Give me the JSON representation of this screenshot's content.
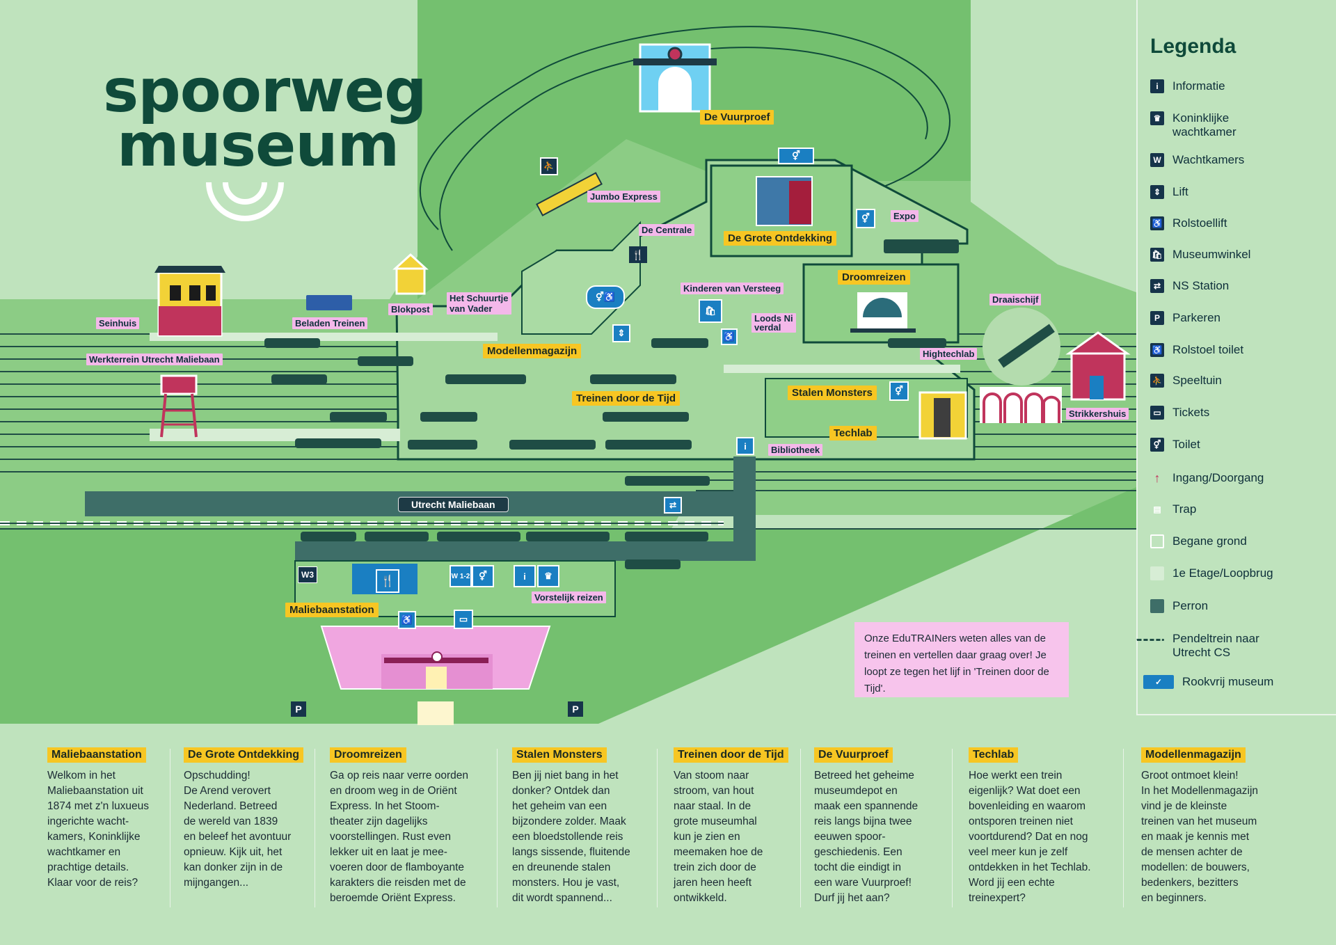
{
  "title": {
    "line1": "spoorweg",
    "line2": "museum"
  },
  "colors": {
    "background": "#bfe3bd",
    "grass_dark": "#74c06f",
    "grass_mid": "#8ccc85",
    "platform": "#3e6e68",
    "label_yellow": "#f7c623",
    "label_pink": "#f4b8ea",
    "info_blue": "#1a7fc2",
    "title_green": "#0f4a3a"
  },
  "map_labels": {
    "de_vuurproef": "De Vuurproef",
    "jumbo_express": "Jumbo Express",
    "de_centrale": "De Centrale",
    "de_grote_ontdekking": "De Grote Ontdekking",
    "expo": "Expo",
    "droomreizen": "Droomreizen",
    "kinderen_van_versteeg": "Kinderen van Versteeg",
    "loods_nieuwe_verdal_1": "Loods Ni",
    "loods_nieuwe_verdal_2": "verdal",
    "draaischijf": "Draaischijf",
    "hightechlab": "Hightechlab",
    "seinhuis": "Seinhuis",
    "beladen_treinen": "Beladen Treinen",
    "blokpost": "Blokpost",
    "het_schuurtje_1": "Het Schuurtje",
    "het_schuurtje_2": "van Vader",
    "modellenmagazijn": "Modellenmagazijn",
    "werkterrein": "Werkterrein Utrecht Maliebaan",
    "treinen_door_de_tijd": "Treinen door de Tijd",
    "stalen_monsters": "Stalen Monsters",
    "techlab": "Techlab",
    "bibliotheek": "Bibliotheek",
    "strikkershuis": "Strikkershuis",
    "utrecht_maliebaan": "Utrecht Maliebaan",
    "maliebaanstation": "Maliebaanstation",
    "vorstelijk_reizen": "Vorstelijk reizen",
    "w3": "W3",
    "w12": "W 1-2"
  },
  "legend": {
    "title": "Legenda",
    "items": [
      {
        "icon": "info-icon",
        "glyph": "i",
        "label": "Informatie"
      },
      {
        "icon": "royal-waiting-room-icon",
        "glyph": "♛",
        "label": "Koninklijke wachtkamer"
      },
      {
        "icon": "waiting-room-icon",
        "glyph": "W",
        "label": "Wachtkamers"
      },
      {
        "icon": "lift-icon",
        "glyph": "⇕",
        "label": "Lift"
      },
      {
        "icon": "wheelchair-lift-icon",
        "glyph": "♿",
        "label": "Rolstoellift"
      },
      {
        "icon": "museum-shop-icon",
        "glyph": "🛍",
        "label": "Museumwinkel"
      },
      {
        "icon": "ns-station-icon",
        "glyph": "⇄",
        "label": "NS Station"
      },
      {
        "icon": "parking-icon",
        "glyph": "P",
        "label": "Parkeren"
      },
      {
        "icon": "wheelchair-toilet-icon",
        "glyph": "♿",
        "label": "Rolstoel toilet"
      },
      {
        "icon": "playground-icon",
        "glyph": "⛹",
        "label": "Speeltuin"
      },
      {
        "icon": "tickets-icon",
        "glyph": "▭",
        "label": "Tickets"
      },
      {
        "icon": "toilet-icon",
        "glyph": "⚥",
        "label": "Toilet"
      },
      {
        "icon": "entrance-arrow-icon",
        "glyph": "↑",
        "label": "Ingang/Doorgang"
      },
      {
        "icon": "stairs-icon",
        "glyph": "▤",
        "label": "Trap"
      },
      {
        "icon": "ground-floor-swatch",
        "glyph": "",
        "label": "Begane grond"
      },
      {
        "icon": "first-floor-swatch",
        "glyph": "",
        "label": "1e Etage/Loopbrug"
      },
      {
        "icon": "platform-swatch",
        "glyph": "",
        "label": "Perron"
      },
      {
        "icon": "shuttle-train-line",
        "glyph": "",
        "label": "Pendeltrein naar Utrecht CS"
      },
      {
        "icon": "smoke-free-icon",
        "glyph": "✓",
        "label": "Rookvrij museum"
      }
    ]
  },
  "edutrainers_note": "Onze EduTRAINers weten alles van de treinen en vertellen daar graag over! Je loopt ze tegen het lijf in 'Treinen door de Tijd'.",
  "descriptions": [
    {
      "heading": "Maliebaanstation",
      "body": "Welkom in het\nMaliebaanstation uit\n1874 met z'n luxueus\ningerichte wacht-\nkamers, Koninklijke\nwachtkamer en\nprachtige details.\nKlaar voor de reis?"
    },
    {
      "heading": "De Grote Ontdekking",
      "body": "Opschudding!\nDe Arend verovert\nNederland. Betreed\nde wereld van 1839\nen beleef het avontuur\nopnieuw. Kijk uit, het\nkan donker zijn in de\nmijngangen..."
    },
    {
      "heading": "Droomreizen",
      "body": "Ga op reis naar verre oorden\nen droom weg in de Oriënt\nExpress. In het Stoom-\ntheater zijn dagelijks\nvoorstellingen. Rust even\nlekker uit en laat je mee-\nvoeren door de flamboyante\nkarakters die reisden met de\nberoemde Oriënt Express."
    },
    {
      "heading": "Stalen Monsters",
      "body": "Ben jij niet bang in het\ndonker? Ontdek dan\nhet geheim van een\nbijzondere zolder. Maak\neen bloedstollende reis\nlangs sissende, fluitende\nen dreunende stalen\nmonsters. Hou je vast,\ndit wordt spannend..."
    },
    {
      "heading": "Treinen door de Tijd",
      "body": "Van stoom naar\nstroom, van hout\nnaar staal. In de\ngrote museumhal\nkun je zien en\nmeemaken hoe de\ntrein zich door de\njaren heen heeft\nontwikkeld."
    },
    {
      "heading": "De Vuurproef",
      "body": "Betreed het geheime\nmuseumdepot en\nmaak een spannende\nreis langs bijna twee\neeuwen spoor-\ngeschiedenis. Een\ntocht die eindigt in\neen ware Vuurproef!\nDurf jij het aan?"
    },
    {
      "heading": "Techlab",
      "body": "Hoe werkt een trein\neigenlijk? Wat doet een\nbovenleiding en waarom\nontsporen treinen niet\nvoortdurend? Dat en nog\nveel meer kun je zelf\nontdekken in het Techlab.\nWord jij een echte\ntreinexpert?"
    },
    {
      "heading": "Modellenmagazijn",
      "body": "Groot ontmoet klein!\nIn het Modellenmagazijn\nvind je de kleinste\ntreinen van het museum\nen maak je kennis met\nde mensen achter de\nmodellen: de bouwers,\nbedenkers, bezitters\nen beginners."
    }
  ],
  "icons": {
    "parking_1": "P",
    "parking_2": "P",
    "info_entrance": "i",
    "ns_station": "⇄"
  }
}
